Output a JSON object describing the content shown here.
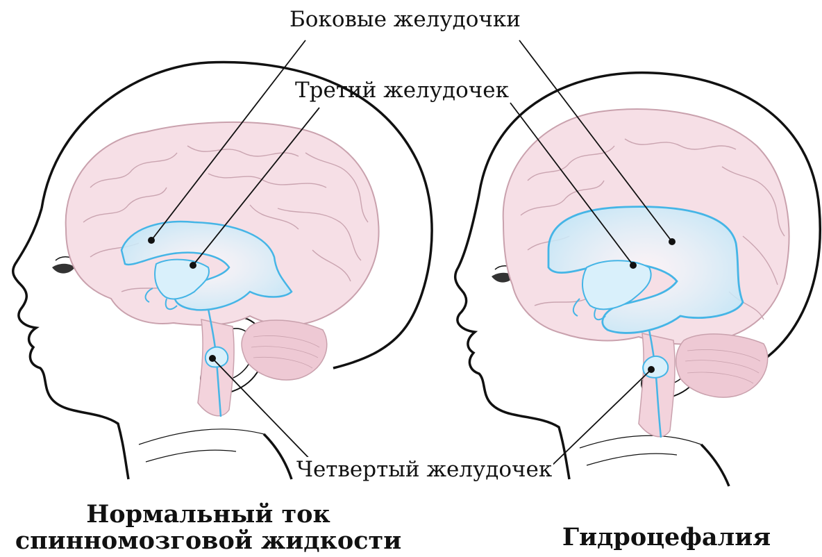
{
  "labels": {
    "lateral_ventricles": "Боковые желудочки",
    "third_ventricle": "Третий желудочек",
    "fourth_ventricle": "Четвертый желудочек"
  },
  "captions": {
    "normal_line1": "Нормальный ток",
    "normal_line2": "спинномозговой жидкости",
    "hydrocephalus": "Гидроцефалия"
  },
  "colors": {
    "outline": "#111111",
    "brain_fill": "#f6dfe6",
    "brain_stroke": "#c9a1ad",
    "cerebellum_fill": "#eec9d4",
    "ventricle_stroke": "#45b5e6",
    "ventricle_fill": "#d9f0fb"
  }
}
